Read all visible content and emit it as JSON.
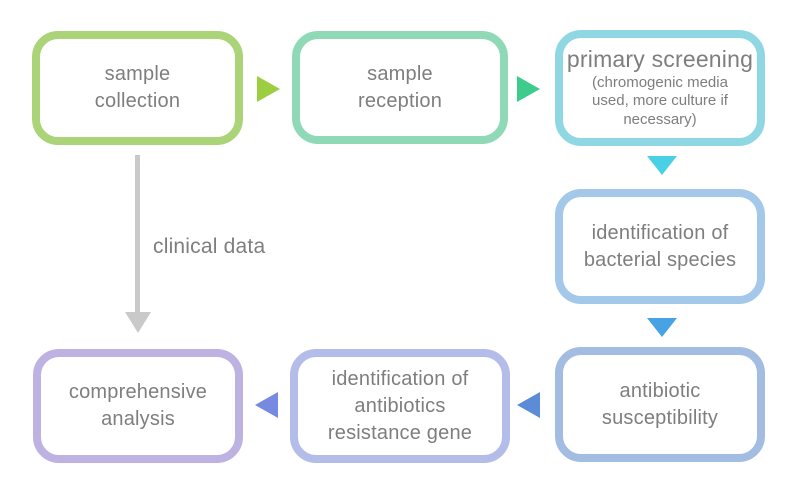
{
  "diagram": {
    "type": "flowchart",
    "text_color": "#7e7e7e",
    "background_color": "#ffffff"
  },
  "boxes": [
    {
      "id": "sample-collection",
      "label": "sample\ncollection",
      "border_color": "#abd377"
    },
    {
      "id": "sample-reception",
      "label": "sample\nreception",
      "border_color": "#8fd9b7"
    },
    {
      "id": "primary-screening",
      "label": "primary screening",
      "sublabel": "(chromogenic media\nused, more culture if\nnecessary)",
      "border_color": "#8fd8e3"
    },
    {
      "id": "identification-of-bacterial-species",
      "label": "identification of\nbacterial species",
      "border_color": "#a3c8e9"
    },
    {
      "id": "antibiotic-susceptibility",
      "label": "antibiotic\nsusceptibility",
      "border_color": "#a3bce2"
    },
    {
      "id": "identification-of-antibiotics-resistance-gene",
      "label": "identification of\nantibiotics\nresistance gene",
      "border_color": "#b4bce9"
    },
    {
      "id": "comprehensive-analysis",
      "label": "comprehensive\nanalysis",
      "border_color": "#bdb2e2"
    }
  ],
  "arrows": [
    {
      "id": "sample-collection-to-sample-reception",
      "direction": "right",
      "color": "#9dce41"
    },
    {
      "id": "sample-reception-to-primary-screening",
      "direction": "right",
      "color": "#3ecb8e"
    },
    {
      "id": "primary-screening-to-identification-of-bacterial-species",
      "direction": "down",
      "color": "#48d1e4"
    },
    {
      "id": "identification-of-bacterial-species-to-antibiotic-susceptibility",
      "direction": "down",
      "color": "#47a3e3"
    },
    {
      "id": "antibiotic-susceptibility-to-identification-of-antibiotics-resistance-gene",
      "direction": "left",
      "color": "#5c8cd8"
    },
    {
      "id": "identification-of-antibiotics-resistance-gene-to-comprehensive-analysis",
      "direction": "left",
      "color": "#758ae0"
    },
    {
      "id": "sample-collection-to-comprehensive-analysis",
      "direction": "down",
      "color": "#c9c9c9",
      "label": "clinical data"
    }
  ],
  "labels": {
    "clinical_data": "clinical data"
  }
}
